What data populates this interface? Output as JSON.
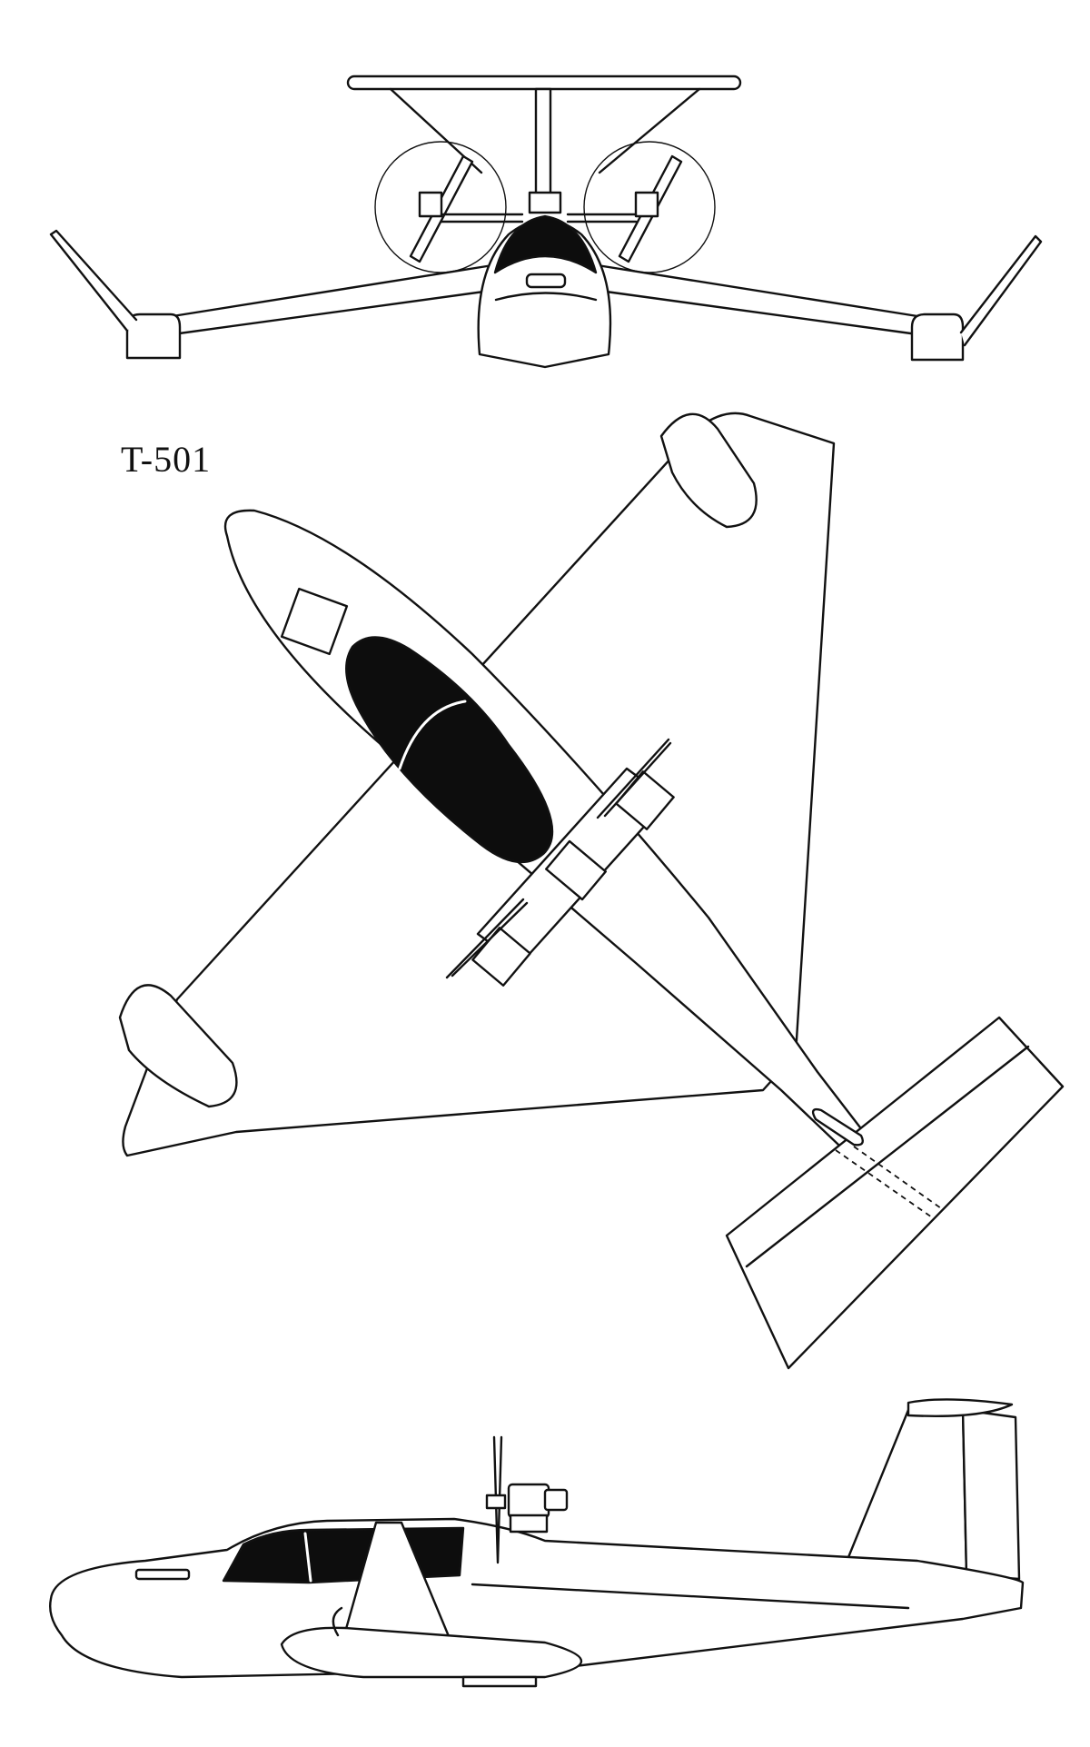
{
  "drawing": {
    "model_designation": "T-501",
    "views": [
      {
        "view": "front"
      },
      {
        "view": "top"
      },
      {
        "view": "side"
      }
    ],
    "colors": {
      "ink": "#111111",
      "paper": "#ffffff",
      "canopy_fill": "#0d0d0d"
    }
  }
}
